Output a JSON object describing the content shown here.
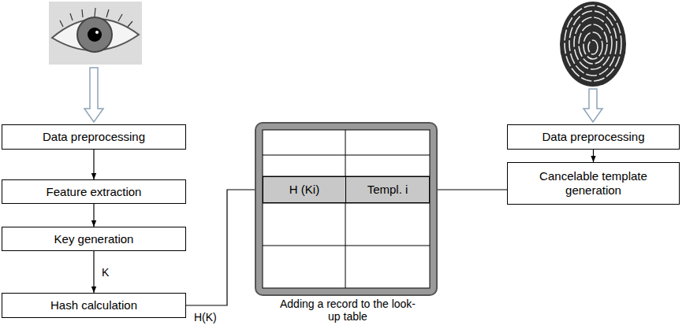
{
  "diagram": {
    "nodes": [
      {
        "text": [
          "Data preprocessing"
        ]
      },
      {
        "text": [
          "Feature extraction"
        ]
      },
      {
        "text": [
          "Key generation"
        ]
      },
      {
        "text": [
          "Hash calculation"
        ]
      },
      {
        "text": [
          "Adding a record to the look-up table"
        ]
      },
      {
        "text": [
          "H (Ki)"
        ],
        "in": 4
      },
      {
        "text": [
          "Templ. i"
        ],
        "in": 4
      },
      {
        "text": [
          "Data preprocessing"
        ]
      },
      {
        "text": [
          "Cancelable template generation"
        ]
      }
    ],
    "edges": [
      {
        "from": 0,
        "to": 1,
        "arrow": "to"
      },
      {
        "from": 1,
        "to": 2,
        "arrow": "to"
      },
      {
        "from": 2,
        "to": 3,
        "label": "K",
        "arrow": "to"
      },
      {
        "from": 3,
        "to": 5,
        "label": "H(K)",
        "arrow": "to"
      },
      {
        "from": 7,
        "to": 8,
        "arrow": "to"
      },
      {
        "from": 8,
        "to": 6,
        "arrow": "to"
      }
    ]
  }
}
